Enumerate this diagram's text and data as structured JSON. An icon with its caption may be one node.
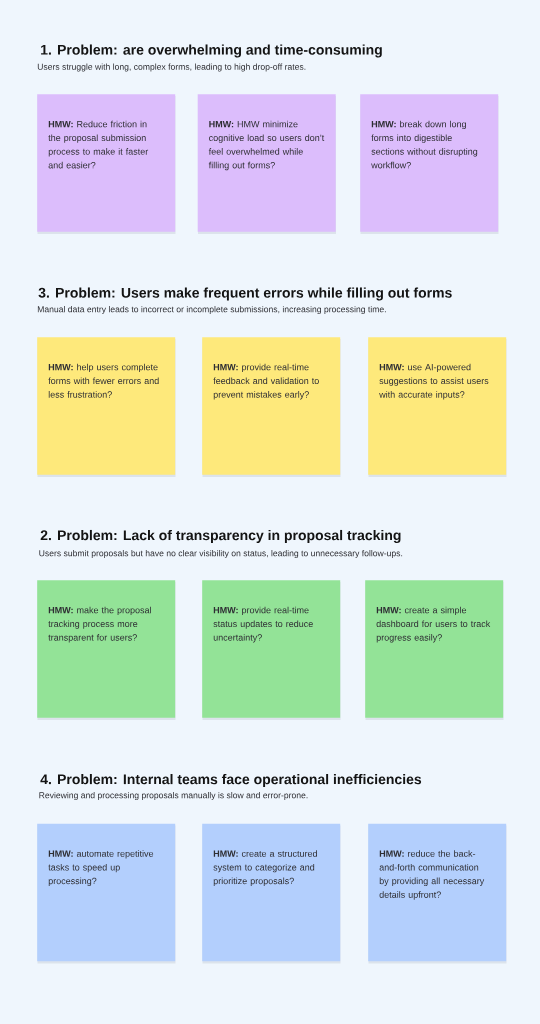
{
  "diagram": {
    "nodes": [
      {
        "text": [
          "**HMW:** Reduce friction in the proposal submission process to make it faster and easier?"
        ]
      },
      {
        "text": [
          "**HMW:** HMW minimize cognitive load so users don’t feel overwhelmed while filling out forms?"
        ]
      },
      {
        "text": [
          "**HMW:** break down long forms into digestible sections without disrupting workflow?"
        ]
      },
      {
        "text": [
          "**HMW:** help users complete forms with fewer errors and less frustration?"
        ]
      },
      {
        "text": [
          "**HMW:** provide real-time feedback and validation to prevent mistakes early?"
        ]
      },
      {
        "text": [
          "**HMW:** use AI-powered suggestions to assist users with accurate inputs?"
        ]
      },
      {
        "text": [
          "**HMW:** make the proposal tracking process more transparent for users?"
        ]
      },
      {
        "text": [
          "**HMW:** provide real-time status updates to reduce uncertainty?"
        ]
      },
      {
        "text": [
          "**HMW:** create a simple dashboard for users to track progress easily?"
        ]
      },
      {
        "text": [
          "**HMW:** automate repetitive tasks to speed up processing?"
        ]
      },
      {
        "text": [
          "**HMW:** create a structured system to categorize and prioritize proposals?"
        ]
      },
      {
        "text": [
          "**HMW:** reduce the back-and-forth communication by providing all necessary details upfront?"
        ]
      }
    ],
    "labels": [
      "1. Problem: are overwhelming and time-consuming",
      "Users struggle with long, complex forms, leading to high drop-off rates.",
      "3. Problem: Users make frequent errors while filling out forms",
      "Manual data entry leads to incorrect or incomplete submissions, increasing processing time.",
      "2. Problem: Lack of transparency in proposal tracking",
      "Users submit proposals but have no clear visibility on status, leading to unnecessary follow-ups.",
      "4. Problem: Internal teams face operational inefficiencies",
      "Reviewing and processing proposals manually is slow and error-prone."
    ]
  }
}
